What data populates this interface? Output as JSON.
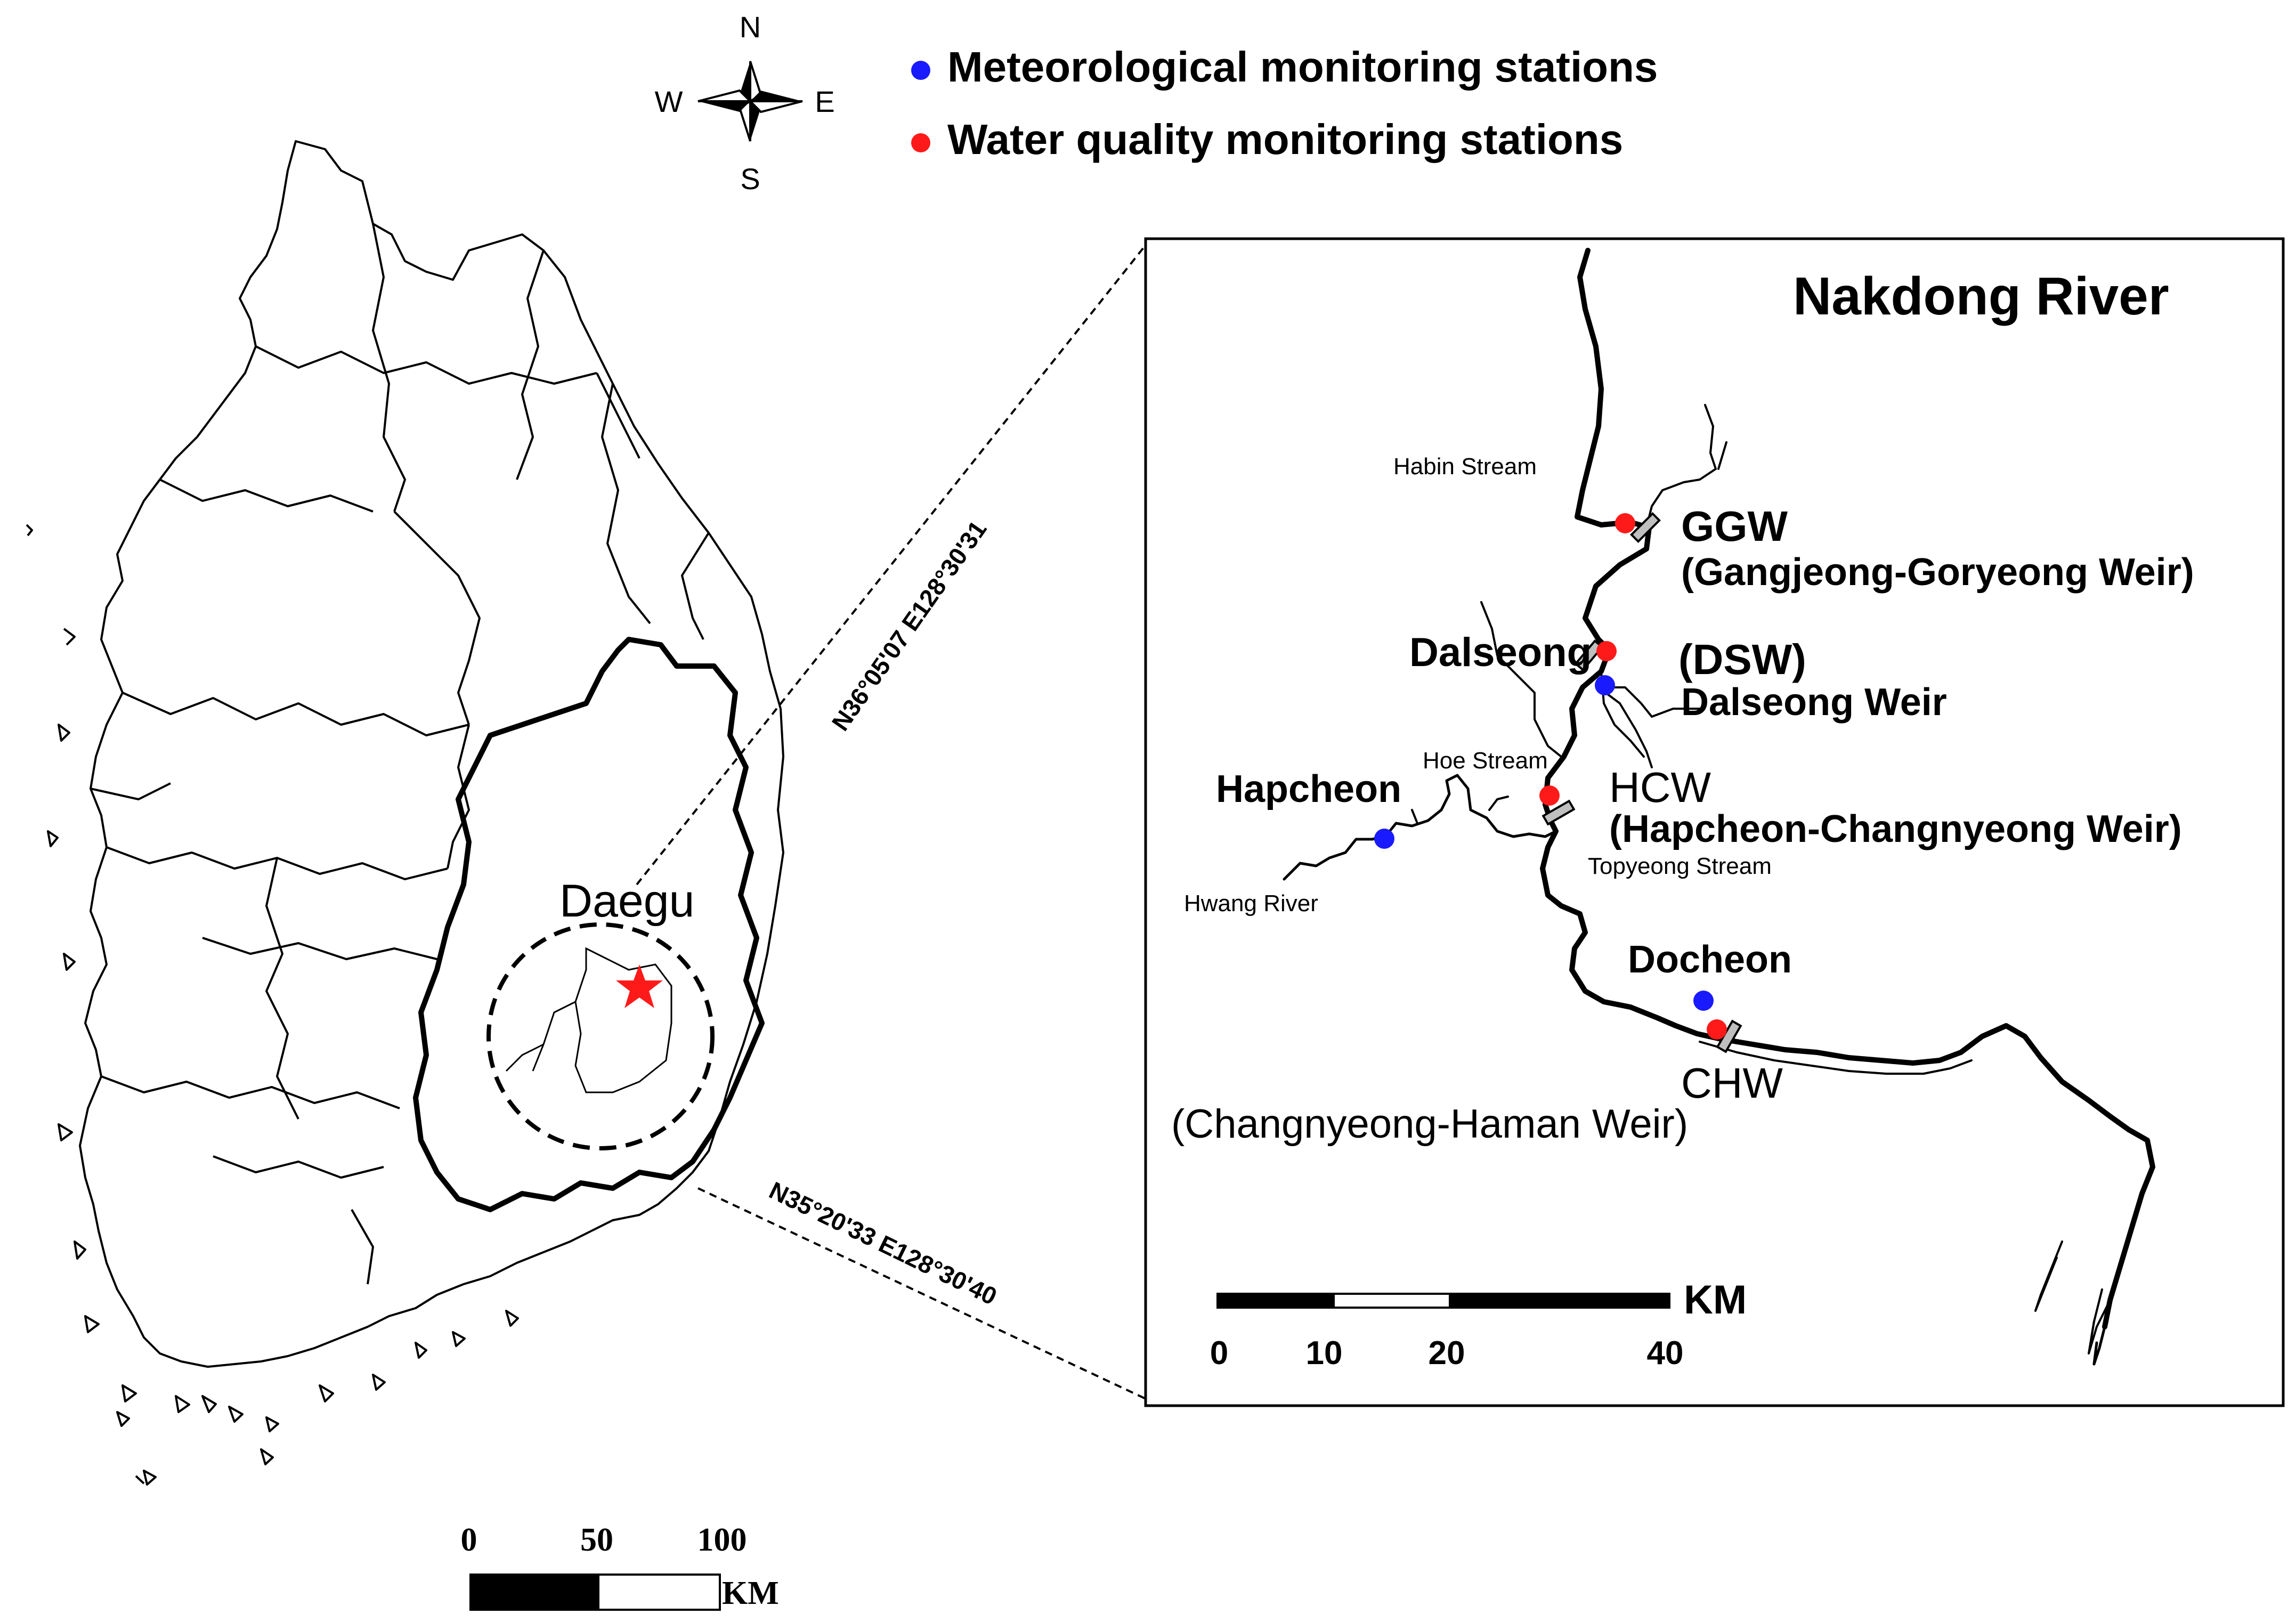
{
  "compass": {
    "n": "N",
    "s": "S",
    "e": "E",
    "w": "W"
  },
  "legend": {
    "items": [
      {
        "label": "Meteorological monitoring stations",
        "color": "#1a1aff"
      },
      {
        "label": "Water quality monitoring stations",
        "color": "#ff1a1a"
      }
    ]
  },
  "overview": {
    "city_label": "Daegu",
    "star_color": "#ff1a1a",
    "coord_upper": "N36°05'07 E128°30'31",
    "coord_lower": "N35°20'33 E128°30'40",
    "scalebar": {
      "ticks": [
        "0",
        "50",
        "100"
      ],
      "unit": "KM"
    }
  },
  "inset": {
    "title": "Nakdong River",
    "streams": {
      "habin": "Habin Stream",
      "hoe": "Hoe Stream",
      "topyeong": "Topyeong Stream",
      "hwang": "Hwang River"
    },
    "weirs": {
      "ggw": {
        "code": "GGW",
        "name": "(Gangjeong-Goryeong Weir)"
      },
      "dsw": {
        "code": "(DSW)",
        "name": "Dalseong Weir"
      },
      "hcw": {
        "code": "HCW",
        "name": "(Hapcheon-Changnyeong Weir)"
      },
      "chw": {
        "code": "CHW",
        "name": "(Changnyeong-Haman Weir)"
      }
    },
    "places": {
      "dalseong": "Dalseong",
      "hapcheon": "Hapcheon",
      "docheon": "Docheon"
    },
    "scalebar": {
      "ticks": [
        "0",
        "10",
        "20",
        "40"
      ],
      "unit": "KM"
    }
  }
}
